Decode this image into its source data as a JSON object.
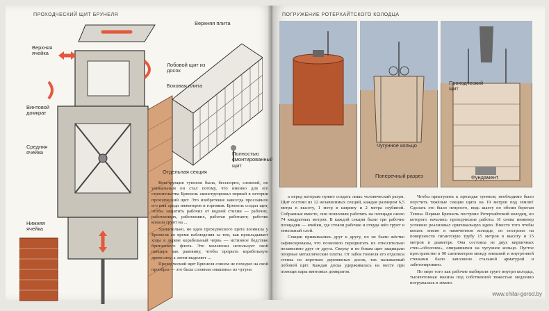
{
  "left_page": {
    "running_head": "ПРОХОДЧЕСКИЙ ЩИТ БРУНЕЛЯ",
    "labels": {
      "upper_cell": "Верхняя ячейка",
      "screw_jack": "Винтовой домкрат",
      "middle_cell": "Средняя ячейка",
      "lower_cell": "Нижняя ячейка",
      "top_plate": "Верхняя плита",
      "front_board": "Лобовой щит из досок",
      "side_plate": "Боковая плита",
      "assembled_shield": "Полностью смонтированный щит",
      "single_section": "Отдельная секция"
    },
    "paragraphs": [
      "Конструкция туннеля была, бесспорно, сложной, но уникальным он стал потому, что именно для его строительства Брюнель сконструировал первый в истории проходческий щит. Это изобретение навсегда прославило его имя среди инженеров и горняков. Брюнель создал щит, чтобы защитить рабочих от водной стихии — рабочих, работающих, работавших, работая работают; рабочие копали грунт на ...",
      "Удивительно, но идея проходческого щита возникла у Брюнеля во время наблюдения за тем, как прокладывает ходы в дереве корабельный червь — истинное бедствие британского флота. Это моллюски использует свой панцирь как раковину, чтобы прорыть корабельную древесину, а затем выделяет ...",
      "Проходческий щит Брюнеля совсем не походил на свой прообраз — это была сложная «машина» из чугуна"
    ]
  },
  "right_page": {
    "running_head": "ПОГРУЖЕНИЕ РОТЕРХАЙТСКОГО КОЛОДЦА",
    "labels": {
      "cast_iron_shoes": "Чугунное кольцо",
      "cross_section": "Поперечный разрез",
      "shield_label": "Проходческий щит",
      "foundation": "Фундамент"
    },
    "col1": [
      "а перед которым нужно создать лишь человеческий разум. Щит состоял из 12 независимых секций, каждая размером 6,5 метра в высоту, 1 метр в ширину и 2 метра глубиной. Собранные вместе, они позволяли работать на площади около 74 квадратных метров. В каждой секции были три рабочие площадки — ячейки, где стояли рабочие и откуда шёл грунт и земельный слой.",
      "Секции прижимались друг к другу, но не были жёстко зафиксированы, что позволяло передвигать их относительно независимо друг от друга. Сверху и по бокам щит защищали опорные металлические плиты. От забоя тоннеля его отделяла стенка из коротких деревянных досок, так называемый лобовой щит. Каждая доска удерживалась на месте при помощи пары винтовых домкратов."
    ],
    "col2": [
      "Чтобы приступить к проходке туннеля, необходимо было опустить тяжёлые секции щита на 19 метров под землю! Сделать это было непросто, ведь шахту по обоим берегам Темзы. Первые Брюнель построил Ротерхайтский колодец, но которого начались проходческие работы. И снова инженер успешно реализовал оригинальную идею. Вместо того чтобы копать землю в намеченном колодце, он построил на поверхности гигантскую трубу 15 метров в высоту и 15 метров в диаметре. Она состояла из двух кирпичных стен-«оболочек», опиравшихся на чугунное кольцо. Пустое пространство в 90 сантиметров между внешней и внутренней стенками было заполнено стальной арматурой и забетонировано.",
      "По мере того как рабочие выбирали грунт внутри колодца, тысячетонная махина под собственной тяжестью медленно погружалась в землю."
    ]
  },
  "watermark": "www.chitai-gorod.by",
  "colors": {
    "paper": "#f8f6f1",
    "ink": "#2a2a2a",
    "water": "#a9b9c6",
    "soil": "#c5a587",
    "brick": "#b5562f",
    "arrow": "#e4583c"
  }
}
